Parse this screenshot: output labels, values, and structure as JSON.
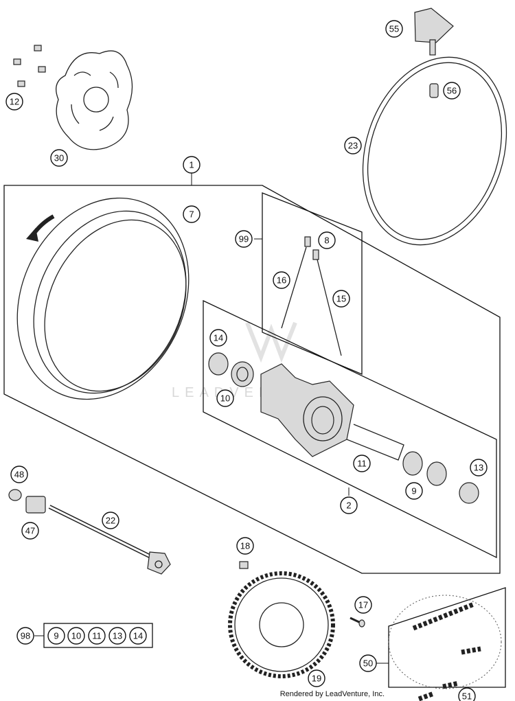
{
  "callouts": {
    "c1": "1",
    "c2": "2",
    "c7": "7",
    "c8": "8",
    "c9a": "9",
    "c9b": "9",
    "c10a": "10",
    "c10b": "10",
    "c11a": "11",
    "c11b": "11",
    "c12": "12",
    "c13a": "13",
    "c13b": "13",
    "c14a": "14",
    "c14b": "14",
    "c15": "15",
    "c16": "16",
    "c17": "17",
    "c18": "18",
    "c19": "19",
    "c22": "22",
    "c23": "23",
    "c30": "30",
    "c47": "47",
    "c48": "48",
    "c50": "50",
    "c51": "51",
    "c55": "55",
    "c56": "56",
    "c98": "98",
    "c99": "99"
  },
  "watermark": "LEADVENTURE",
  "credit": "Rendered by LeadVenture, Inc."
}
